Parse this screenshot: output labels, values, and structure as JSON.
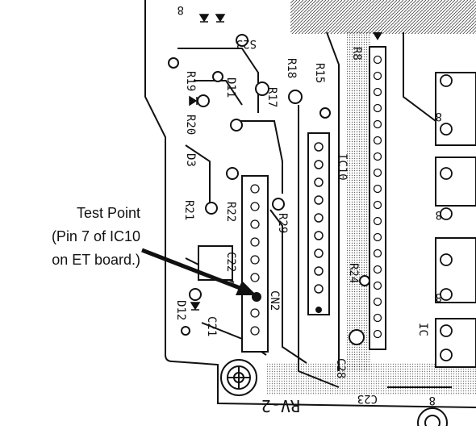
{
  "callout": {
    "lines": [
      "Test Point",
      "(Pin 7 of IC10",
      "on ET board.)"
    ]
  },
  "board_labels": {
    "r19": "R19",
    "d11": "D11",
    "s23": "S23",
    "r17": "R17",
    "r18": "R18",
    "r15": "R15",
    "r8": "R8",
    "r20": "R20",
    "d3": "D3",
    "r21": "R21",
    "ic10": "IC10",
    "r22": "R22",
    "r29": "R29",
    "c22": "C22",
    "r24": "R24",
    "cn2": "CN2",
    "d12": "D12",
    "c21": "C21",
    "ic": "IC",
    "c23": "C23",
    "c28": "C28",
    "rv2": "RV-2",
    "b1": "8",
    "b2": "8",
    "b3": "8",
    "b4": "8",
    "b5": "8"
  }
}
